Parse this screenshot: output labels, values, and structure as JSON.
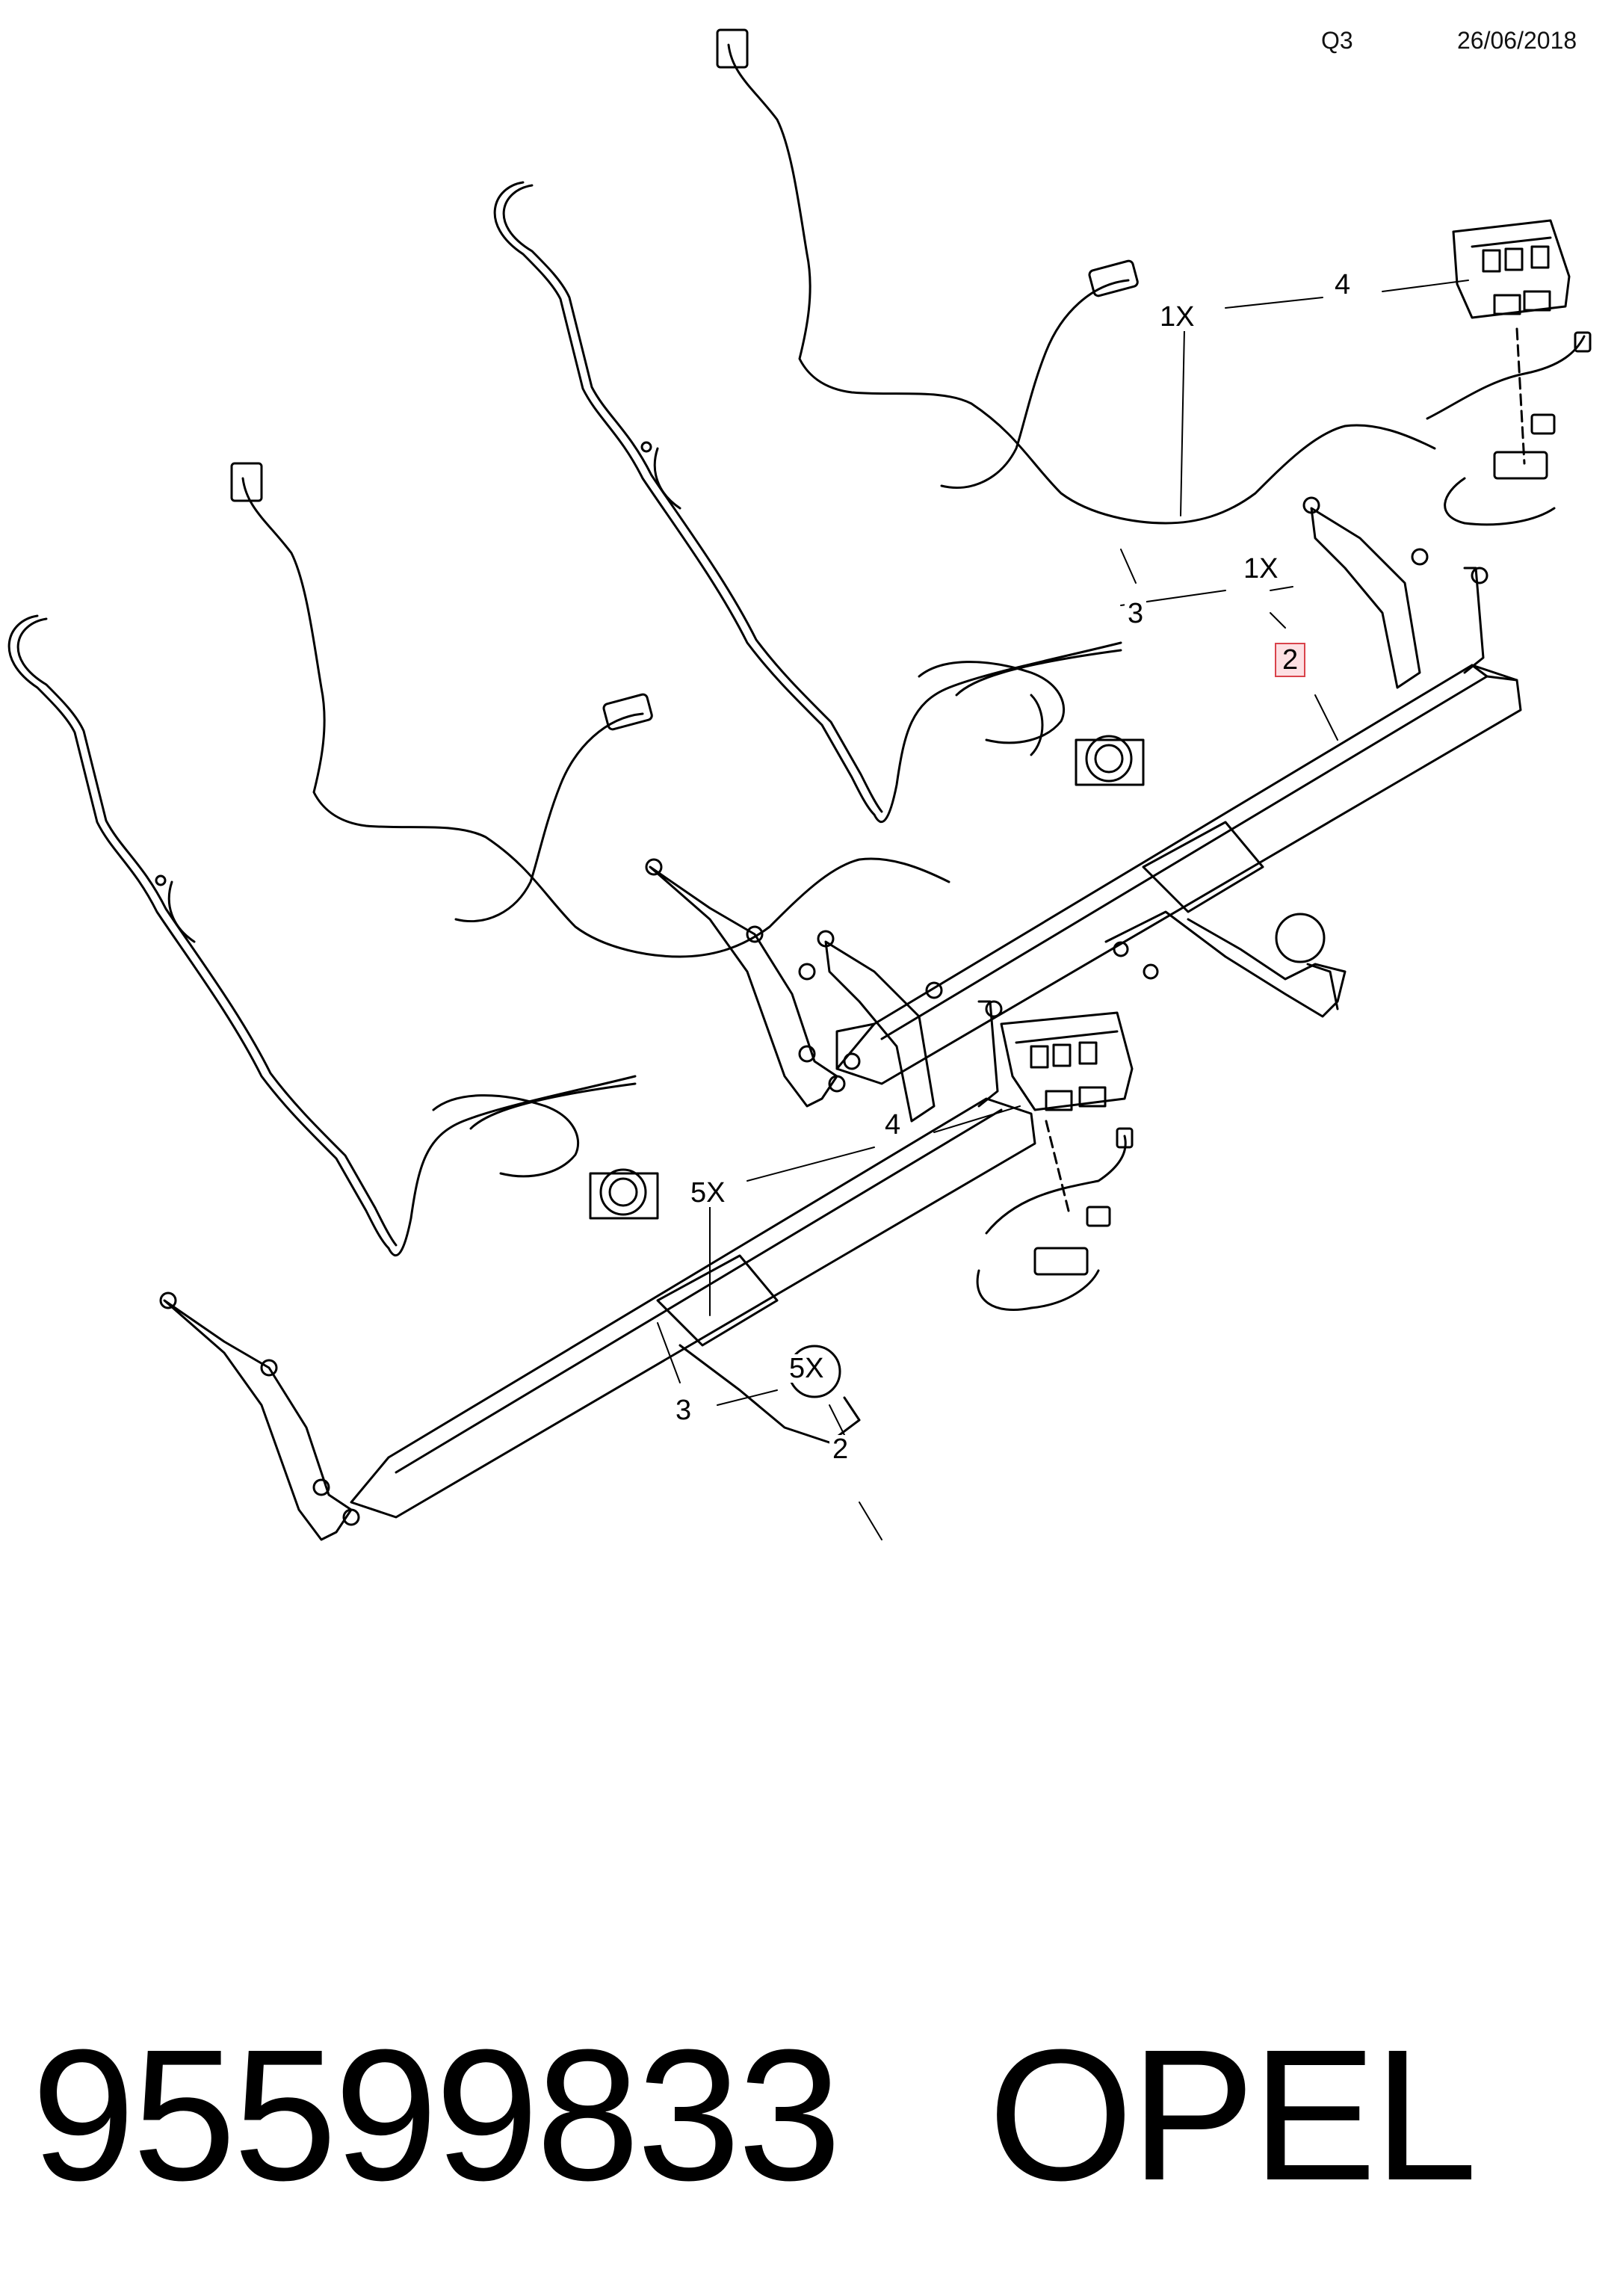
{
  "header": {
    "code": "Q3",
    "date": "26/06/2018"
  },
  "callouts": {
    "upper": {
      "c4": "4",
      "c1x_a": "1X",
      "c1x_b": "1X",
      "c3": "3",
      "c2": "2"
    },
    "lower": {
      "c4": "4",
      "c5x_a": "5X",
      "c5x_b": "5X",
      "c3": "3",
      "c2": "2"
    }
  },
  "footer": {
    "part_number": "95599833",
    "brand": "OPEL"
  },
  "colors": {
    "line": "#000000",
    "highlight_fill": "#fde0e3",
    "highlight_border": "#d9434b"
  }
}
